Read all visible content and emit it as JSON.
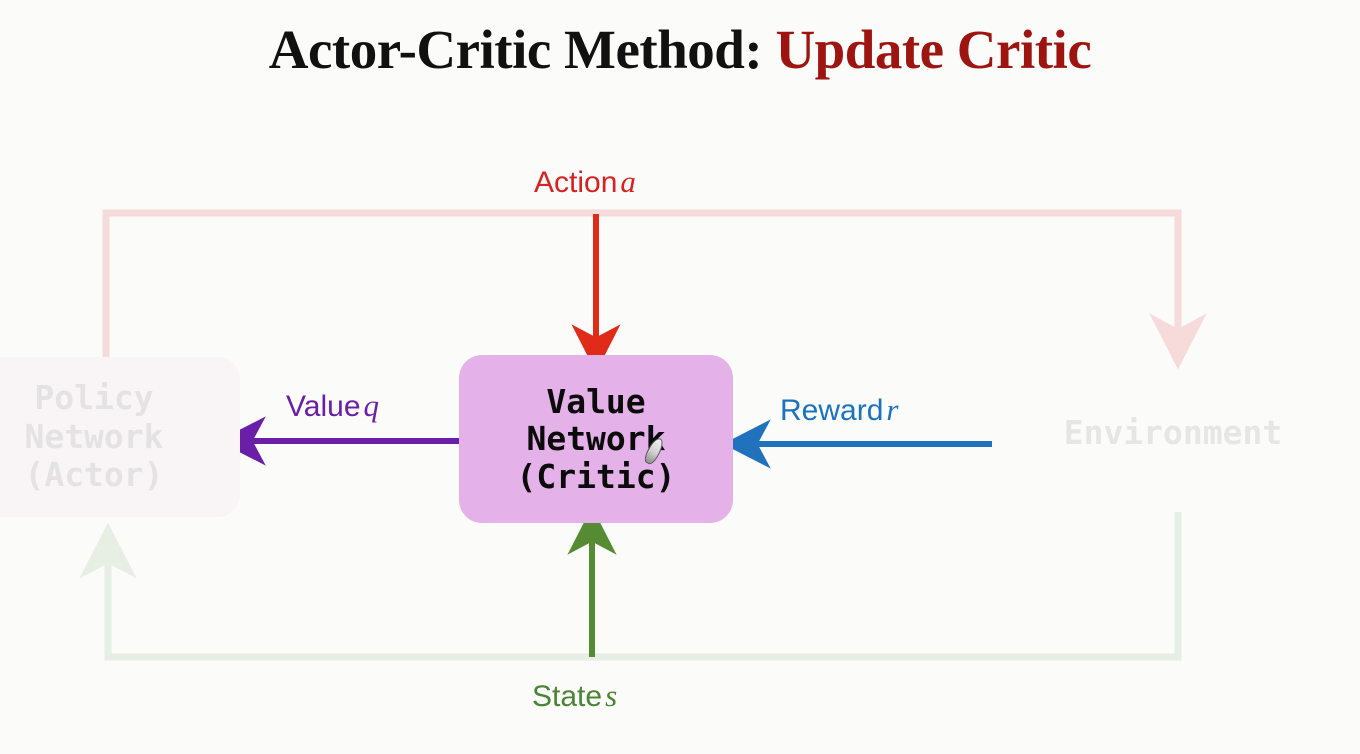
{
  "title": {
    "main": "Actor-Critic Method: ",
    "accent": "Update Critic"
  },
  "nodes": {
    "critic": {
      "line1": "Value",
      "line2": "Network",
      "line3": "(Critic)",
      "fill": "#e4b1e9",
      "text_color": "#0b0b0b"
    },
    "actor": {
      "line1": "Policy",
      "line2": "Network",
      "line3": "(Actor)",
      "fill": "#f9f5f7",
      "text_color": "#e3e3e3"
    },
    "environment": {
      "label": "Environment",
      "text_color": "#e6e6e6"
    }
  },
  "edges": {
    "action": {
      "label": "Action",
      "symbol": "a",
      "color": "#d62220"
    },
    "value": {
      "label": "Value",
      "symbol": "q",
      "color": "#6a1fa8"
    },
    "reward": {
      "label": "Reward",
      "symbol": "r",
      "color": "#1a73c0"
    },
    "state": {
      "label": "State",
      "symbol": "s",
      "color": "#4a8434"
    }
  },
  "colors": {
    "background": "#fbfbf9",
    "faded_pink": "#f7dada",
    "faded_green": "#e9efe6",
    "red_arrow": "#e02b18",
    "purple_arrow": "#6a1fa8",
    "blue_arrow": "#1f72bb",
    "green_arrow": "#558c33"
  }
}
